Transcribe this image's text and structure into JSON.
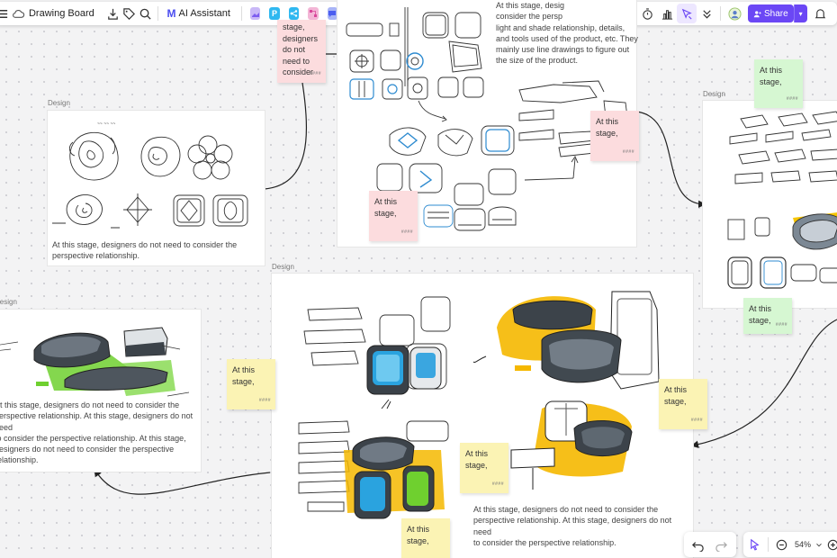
{
  "toolbar": {
    "doc_title": "Drawing Board",
    "ai_label": "AI Assistant",
    "share_label": "Share",
    "app_p": "P"
  },
  "frames": {
    "label": "Design",
    "text_left": "At this stage, designers do not need to consider the perspective relationship.",
    "text_top_lines": [
      "At this stage, desig",
      "consider the persp",
      "light and shade relationship, details,",
      "and tools used of the product, etc. They",
      "mainly use line drawings to figure out",
      "the size of the product."
    ],
    "text_bottom_left_lines": [
      "At this stage, designers do not need to consider the",
      "perspective relationship. At this stage, designers do not need",
      "to consider the perspective relationship. At this stage,",
      "designers do not need to consider the perspective",
      "relationship."
    ],
    "text_center_lines": [
      "At this stage, designers do not need to consider the",
      "perspective relationship. At this stage, designers do not need",
      "to consider the perspective relationship."
    ]
  },
  "stickies": {
    "top_pink_lines": [
      "stage,",
      "designers",
      "do not",
      "need to",
      "consider"
    ],
    "at_this": "At this",
    "stage": "stage,",
    "footer": "####"
  },
  "bottom": {
    "zoom": "54%"
  },
  "colors": {
    "accent": "#6b47f5",
    "pink_note": "#fcdcde",
    "yellow_note": "#fbf3b4",
    "green_note": "#d6f7d2"
  }
}
